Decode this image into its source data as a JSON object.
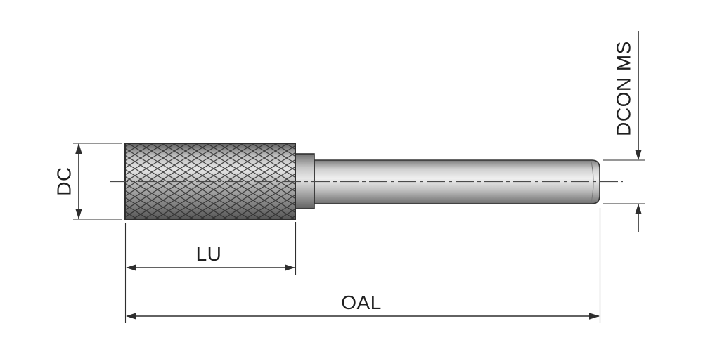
{
  "title": "Cylindrical burr technical dimension drawing",
  "labels": {
    "dc": "DC",
    "lu": "LU",
    "oal": "OAL",
    "dcon_ms": "DCON MS"
  },
  "colors": {
    "line": "#2e2e2e",
    "extension_line": "#444444",
    "centerline": "#4a4a4a",
    "knurl": "#2e2e2e",
    "text": "#1f1f1f"
  }
}
